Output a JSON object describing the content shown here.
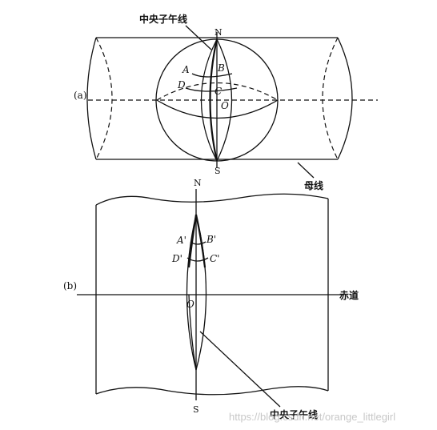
{
  "panel_a": {
    "label": "(a)",
    "central_meridian_label": "中央子午线",
    "north": "N",
    "south": "S",
    "generatrix_label": "母线",
    "points": {
      "A": "A",
      "B": "B",
      "C": "C",
      "D": "D",
      "O": "O"
    }
  },
  "panel_b": {
    "label": "(b)",
    "north": "N",
    "south": "S",
    "equator_label": "赤道",
    "central_meridian_label": "中央子午线",
    "points": {
      "A": "A'",
      "B": "B'",
      "C": "C'",
      "D": "D'",
      "O": "O"
    }
  },
  "watermark": "https://blog.csdn.net/orange_littlegirl"
}
